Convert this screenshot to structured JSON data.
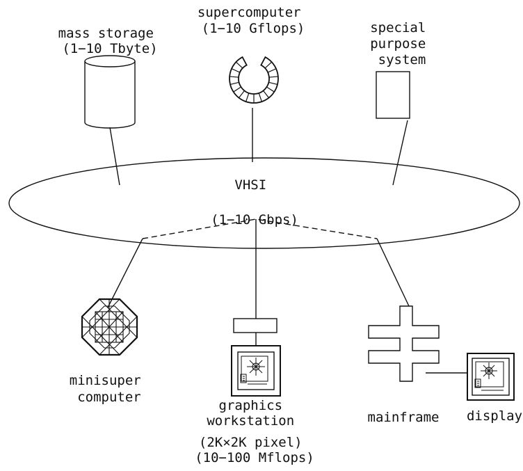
{
  "labels": {
    "mass_storage": [
      "mass storage",
      "(1−10 Tbyte)"
    ],
    "supercomputer": [
      "supercomputer",
      "(1−10 Gflops)"
    ],
    "special_purpose": [
      "special",
      "purpose",
      "system"
    ],
    "vhsi": [
      "VHSI",
      "(1−10 Gbps)"
    ],
    "minisuper": [
      "minisuper",
      "computer"
    ],
    "workstation": [
      "graphics",
      "workstation",
      "(2K×2K pixel)",
      "(10−100 Mflops)"
    ],
    "mainframe": "mainframe",
    "display": "display"
  },
  "colors": {
    "ink": "#111111",
    "background": "#ffffff"
  },
  "icons": [
    "cylinder-icon",
    "ring-icon",
    "square-icon",
    "octagon-lattice-icon",
    "workstation-icon",
    "mainframe-icon",
    "display-icon"
  ]
}
